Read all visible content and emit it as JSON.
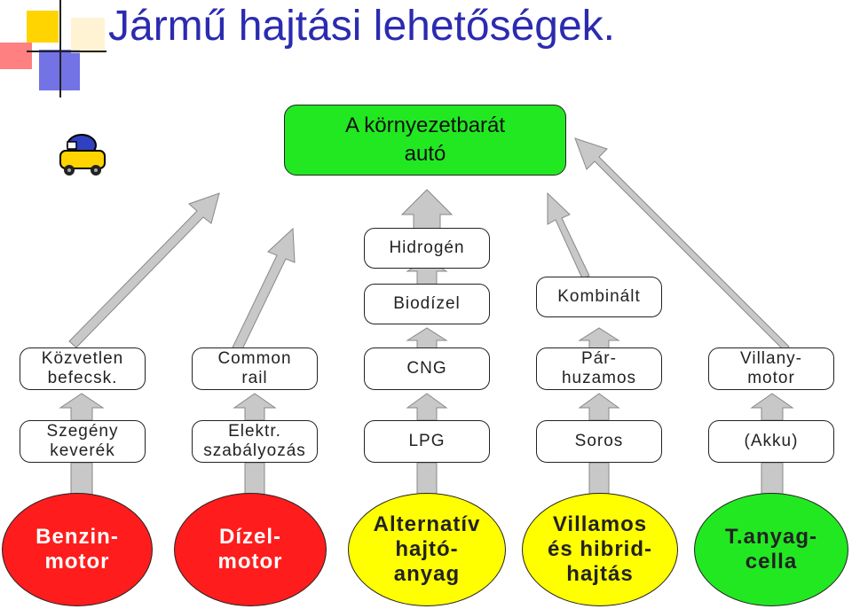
{
  "title": "Jármű hajtási lehetőségek.",
  "goal": "A környezetbarát\nautó",
  "row_top": {
    "hydrogen": "Hidrogén"
  },
  "row_mid": {
    "biodiesel": "Biodízel",
    "combined": "Kombinált"
  },
  "row_upper": {
    "direct": "Közvetlen\nbefecsk.",
    "common_rail": "Common\nrail",
    "cng": "CNG",
    "parallel": "Pár-\nhuzamos",
    "electric_motor": "Villany-\nmotor"
  },
  "row_lower": {
    "lean": "Szegény\nkeverék",
    "electronic": "Elektr.\nszabályozás",
    "lpg": "LPG",
    "serial": "Soros",
    "battery": "(Akku)"
  },
  "ellipses": {
    "petrol": "Benzin-\nmotor",
    "diesel": "Dízel-\nmotor",
    "alternative": "Alternatív\nhajtó-\nanyag",
    "electric_hybrid": "Villamos\nés hibrid-\nhajtás",
    "fuel_cell": "T.anyag-\ncella"
  },
  "colors": {
    "title": "#2b2bb0",
    "goal": "#22e822",
    "red": "#ff1c1c",
    "yellow": "#ffff00",
    "green": "#22e822",
    "arrow": "#c8c8c8"
  }
}
